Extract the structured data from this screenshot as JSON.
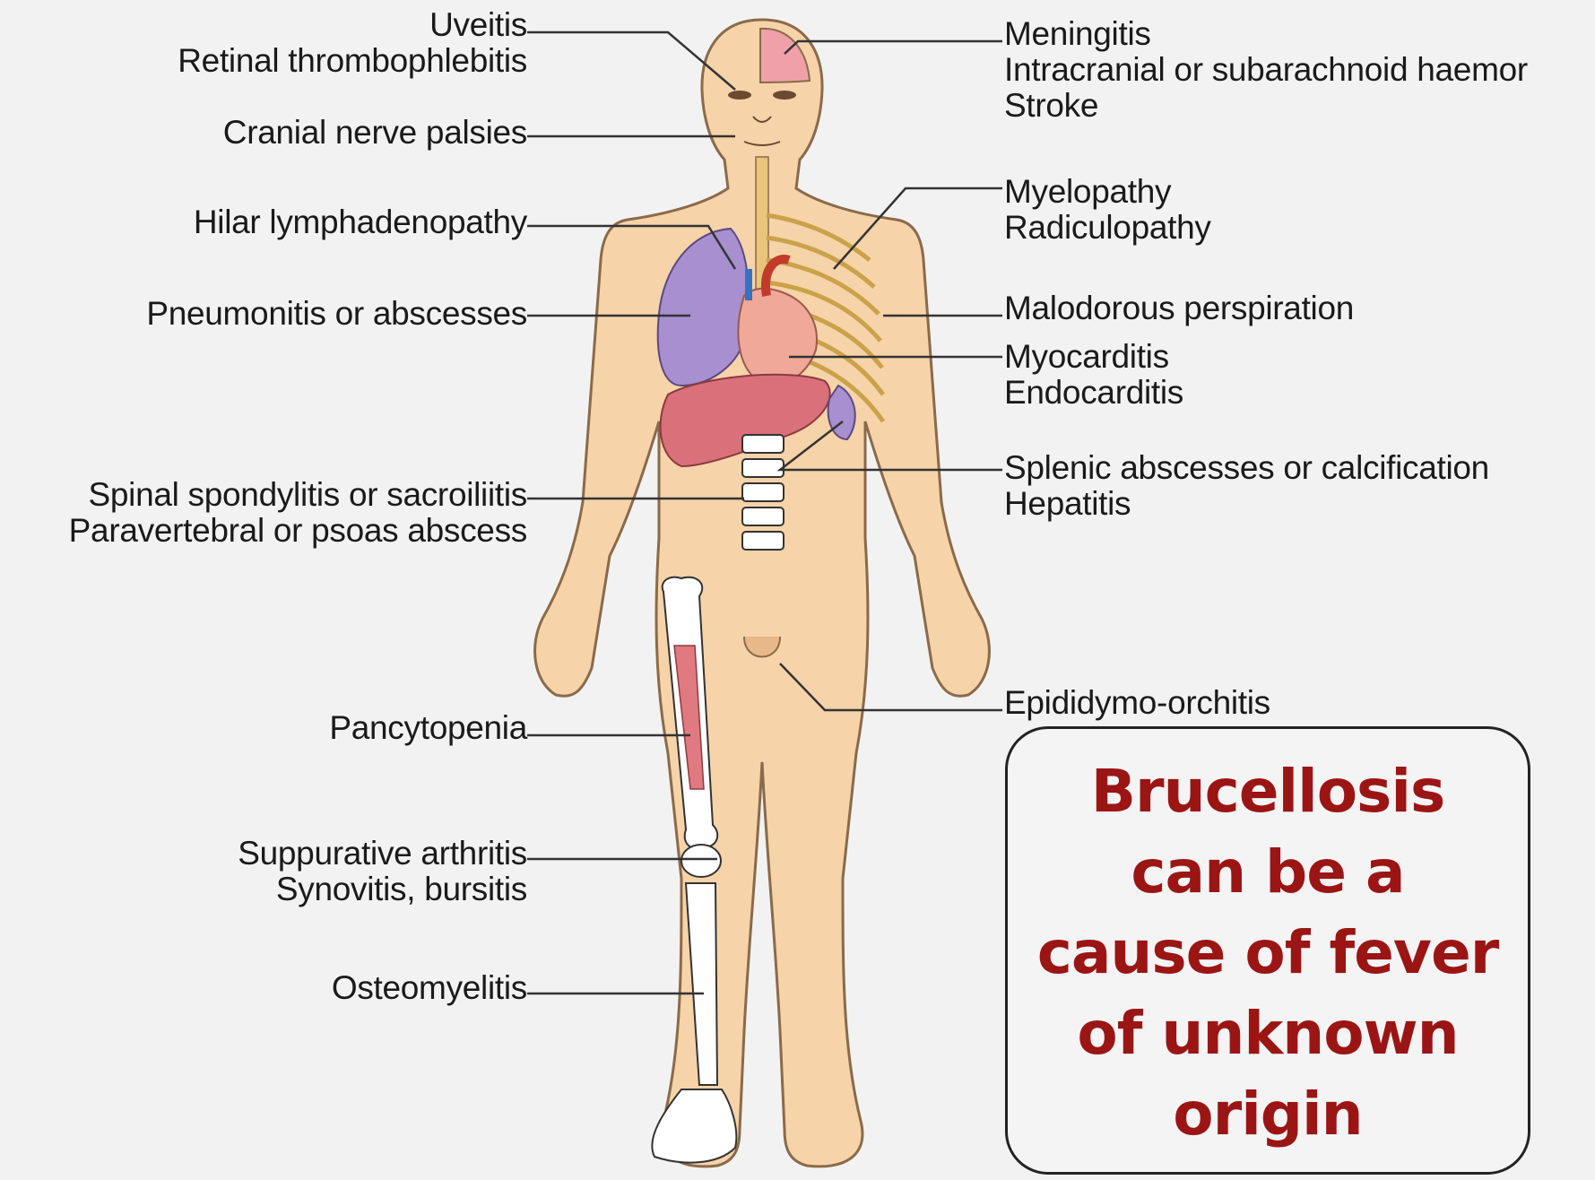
{
  "left_labels": [
    {
      "id": "eye",
      "lines": [
        "Uveitis",
        "Retinal thrombophlebitis"
      ]
    },
    {
      "id": "cranial",
      "lines": [
        "Cranial nerve palsies"
      ]
    },
    {
      "id": "hilar",
      "lines": [
        "Hilar lymphadenopathy"
      ]
    },
    {
      "id": "lung",
      "lines": [
        "Pneumonitis or abscesses"
      ]
    },
    {
      "id": "spine",
      "lines": [
        "Spinal spondylitis or sacroiliitis",
        "Paravertebral or psoas abscess"
      ]
    },
    {
      "id": "marrow",
      "lines": [
        "Pancytopenia"
      ]
    },
    {
      "id": "joint",
      "lines": [
        "Suppurative arthritis",
        "Synovitis, bursitis"
      ]
    },
    {
      "id": "bone",
      "lines": [
        "Osteomyelitis"
      ]
    }
  ],
  "right_labels": [
    {
      "id": "brain",
      "lines": [
        "Meningitis",
        "Intracranial or subarachnoid haemor",
        "Stroke"
      ]
    },
    {
      "id": "cord",
      "lines": [
        "Myelopathy",
        "Radiculopathy"
      ]
    },
    {
      "id": "skin",
      "lines": [
        "Malodorous perspiration"
      ]
    },
    {
      "id": "heart",
      "lines": [
        "Myocarditis",
        "Endocarditis"
      ]
    },
    {
      "id": "spleen",
      "lines": [
        "Splenic abscesses or calcification",
        "Hepatitis"
      ]
    },
    {
      "id": "testis",
      "lines": [
        "Epididymo-orchitis"
      ]
    }
  ],
  "callout": {
    "text": "Brucellosis\ncan be a\ncause of fever\nof unknown\norigin"
  },
  "colors": {
    "skin": "#f6d3a8",
    "skin_outline": "#8a6a4a",
    "lung": "#a88fd0",
    "heart": "#f0a898",
    "liver": "#d9707a",
    "nerves": "#c9a24a",
    "bone": "#ffffff",
    "marrow": "#e07a80",
    "callout_text": "#9b1515"
  }
}
